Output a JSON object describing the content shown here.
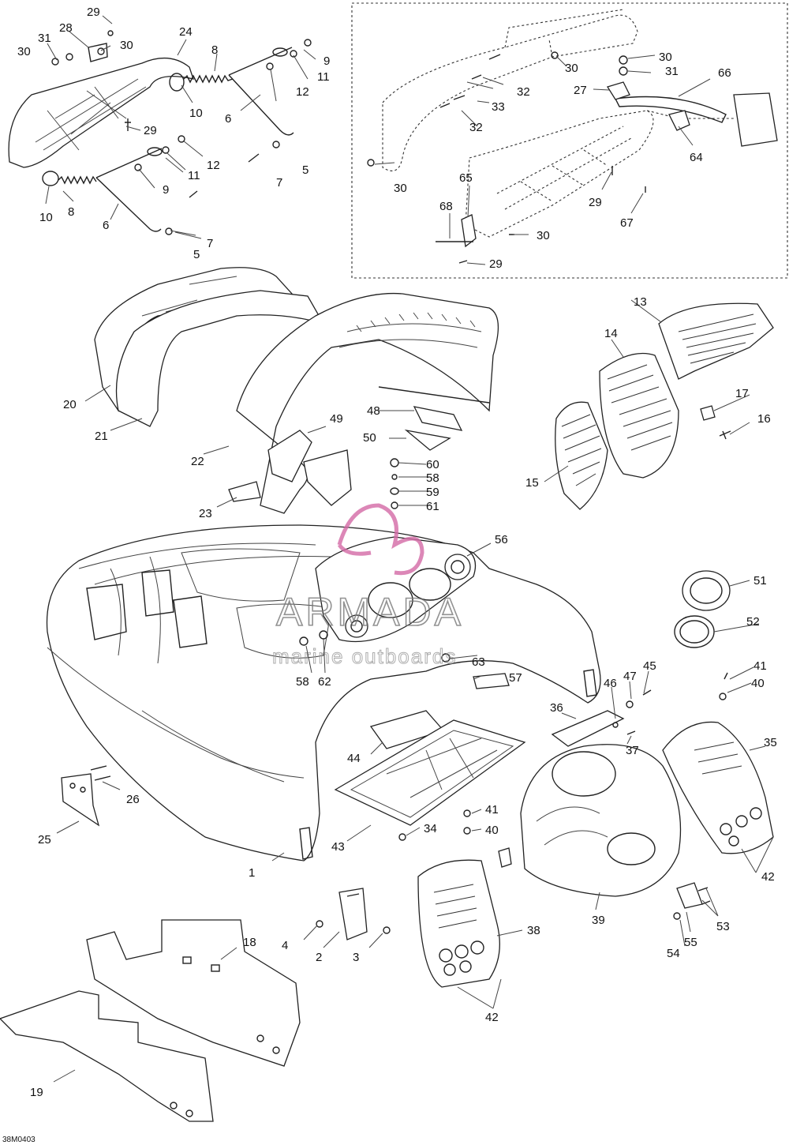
{
  "drawing_code": "38M0403",
  "watermark": {
    "brand": "ARMADA",
    "tagline": "marine outboards",
    "accent_color": "#d46aa6"
  },
  "callouts": {
    "c1": "1",
    "c2": "2",
    "c3": "3",
    "c4": "4",
    "c5a": "5",
    "c5b": "5",
    "c6a": "6",
    "c6b": "6",
    "c7a": "7",
    "c7b": "7",
    "c8a": "8",
    "c8b": "8",
    "c9a": "9",
    "c9b": "9",
    "c10a": "10",
    "c10b": "10",
    "c11a": "11",
    "c11b": "11",
    "c12a": "12",
    "c12b": "12",
    "c13": "13",
    "c14": "14",
    "c15": "15",
    "c16": "16",
    "c17": "17",
    "c18": "18",
    "c19": "19",
    "c20": "20",
    "c21": "21",
    "c22": "22",
    "c23": "23",
    "c24": "24",
    "c25": "25",
    "c26": "26",
    "c27": "27",
    "c28": "28",
    "c29a": "29",
    "c29b": "29",
    "c29c": "29",
    "c29d": "29",
    "c30a": "30",
    "c30b": "30",
    "c30c": "30",
    "c30d": "30",
    "c30e": "30",
    "c30f": "30",
    "c31a": "31",
    "c31b": "31",
    "c32a": "32",
    "c32b": "32",
    "c33": "33",
    "c34": "34",
    "c35": "35",
    "c36": "36",
    "c37": "37",
    "c38": "38",
    "c39": "39",
    "c40a": "40",
    "c40b": "40",
    "c41a": "41",
    "c41b": "41",
    "c42a": "42",
    "c42b": "42",
    "c43": "43",
    "c44": "44",
    "c45": "45",
    "c46": "46",
    "c47": "47",
    "c48": "48",
    "c49": "49",
    "c50": "50",
    "c51": "51",
    "c52": "52",
    "c53": "53",
    "c54": "54",
    "c55": "55",
    "c56": "56",
    "c57": "57",
    "c58a": "58",
    "c58b": "58",
    "c59": "59",
    "c60": "60",
    "c61": "61",
    "c62": "62",
    "c63": "63",
    "c64": "64",
    "c65": "65",
    "c66": "66",
    "c67": "67",
    "c68": "68"
  }
}
